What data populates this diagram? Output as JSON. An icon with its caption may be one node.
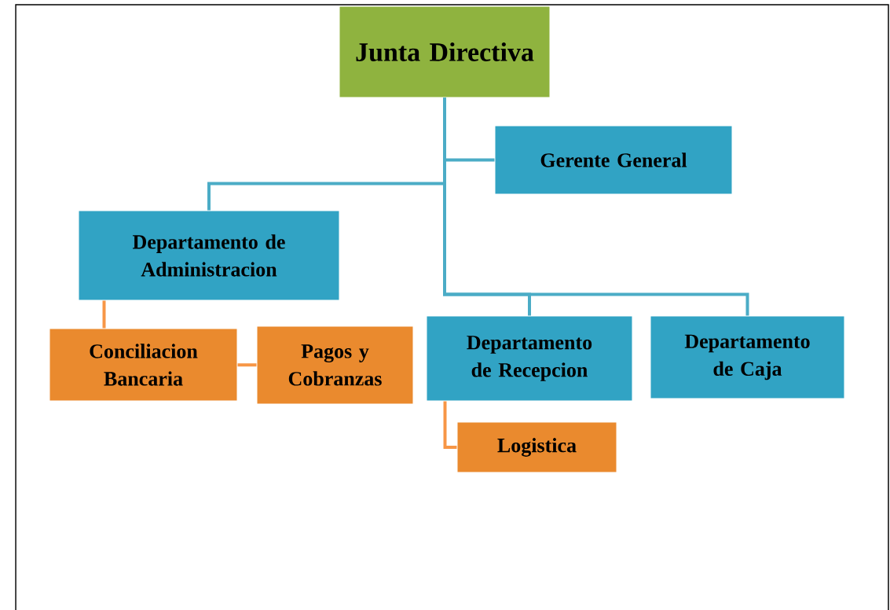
{
  "diagram": {
    "nodes": [
      {
        "text": [
          "Junta Directiva"
        ]
      },
      {
        "text": [
          "Gerente General"
        ]
      },
      {
        "text": [
          "Departamento de Administracion"
        ]
      },
      {
        "text": [
          "Conciliacion Bancaria"
        ]
      },
      {
        "text": [
          "Pagos y Cobranzas"
        ]
      },
      {
        "text": [
          "Departamento de Recepcion"
        ]
      },
      {
        "text": [
          "Departamento de Caja"
        ]
      },
      {
        "text": [
          "Logistica"
        ]
      }
    ],
    "edges": [
      {
        "from": 0,
        "to": 1,
        "arrow": "none"
      },
      {
        "from": 0,
        "to": 2,
        "arrow": "none"
      },
      {
        "from": 0,
        "to": 5,
        "arrow": "none"
      },
      {
        "from": 0,
        "to": 6,
        "arrow": "none"
      },
      {
        "from": 2,
        "to": 3,
        "arrow": "none",
        "color": "#f79646"
      },
      {
        "from": 3,
        "to": 4,
        "arrow": "none",
        "color": "#f79646"
      },
      {
        "from": 5,
        "to": 7,
        "arrow": "none",
        "color": "#f79646"
      }
    ]
  }
}
